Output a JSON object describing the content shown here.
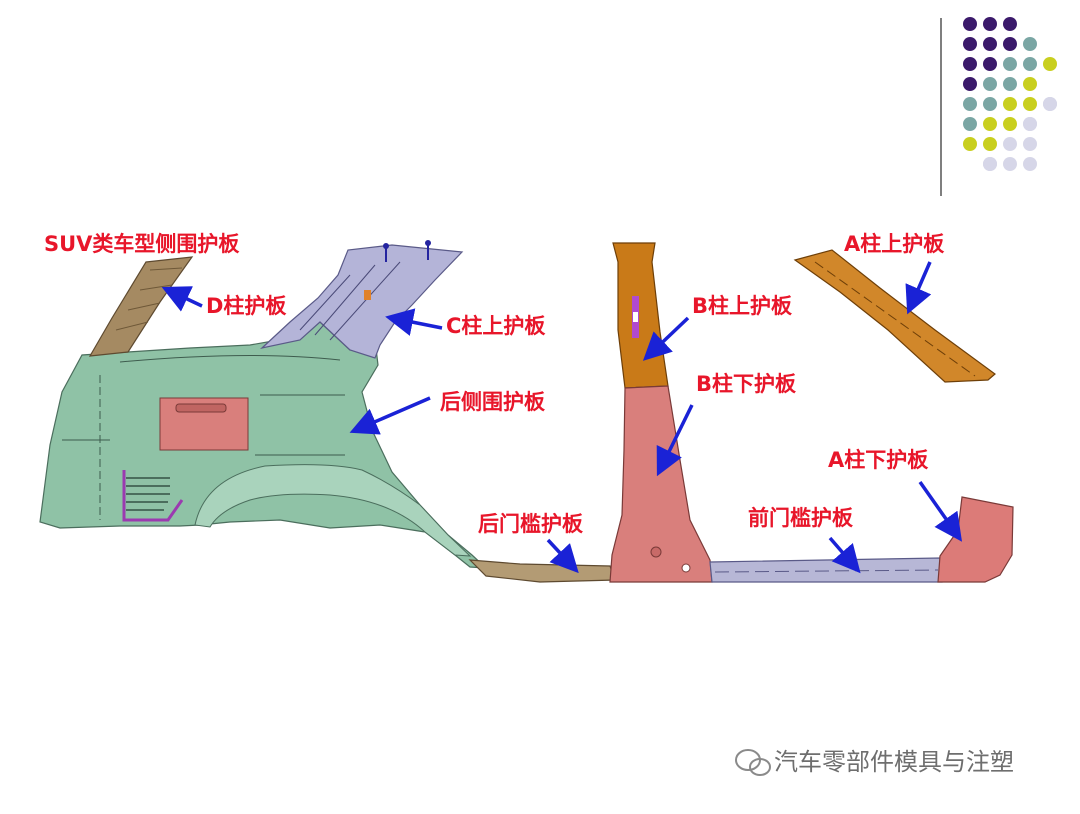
{
  "labels": {
    "suv_panel": "SUV类车型侧围护板",
    "d_pillar": "D柱护板",
    "c_pillar_upper": "C柱上护板",
    "rear_quarter": "后侧围护板",
    "b_pillar_upper": "B柱上护板",
    "b_pillar_lower": "B柱下护板",
    "a_pillar_upper": "A柱上护板",
    "a_pillar_lower": "A柱下护板",
    "rear_sill": "后门槛护板",
    "front_sill": "前门槛护板"
  },
  "watermark": {
    "text": "汽车零部件模具与注塑"
  },
  "colors": {
    "label_red": "#e8162a",
    "arrow_blue": "#1a22d6",
    "rear_quarter_green": "#8fc2a6",
    "c_pillar_lavender": "#b4b4d8",
    "d_pillar_tan": "#a58a62",
    "b_pillar_upper_orange": "#c97a18",
    "b_pillar_lower_pink": "#d97f7c",
    "a_pillar_upper_orange": "#d1872a",
    "a_pillar_lower_pink": "#dc7b78",
    "rear_sill_tan": "#b39b74",
    "front_sill_lavender": "#b7b7d6",
    "dot_purple": "#3b1a6b",
    "dot_teal": "#7aa6a4",
    "dot_yellow": "#c9cf1f",
    "dot_lilac": "#d6d6e8"
  }
}
